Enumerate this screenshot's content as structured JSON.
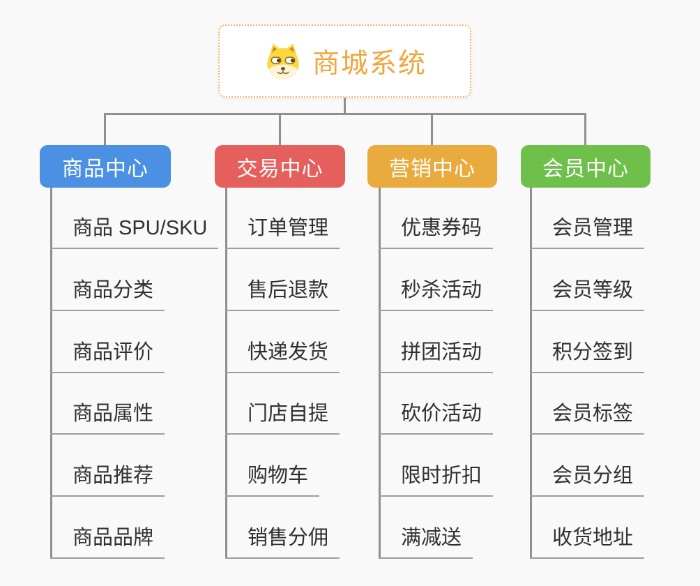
{
  "canvas": {
    "background_color": "#f9f9f9",
    "connector_color": "#8f8f8f",
    "underline_color": "#9e9e9e"
  },
  "root": {
    "title": "商城系统",
    "icon": "dog-face-icon",
    "title_color": "#f1a63c",
    "border_color": "#f3b863"
  },
  "branches": [
    {
      "label": "商品中心",
      "color": "#4b90e2",
      "children": [
        "商品 SPU/SKU",
        "商品分类",
        "商品评价",
        "商品属性",
        "商品推荐",
        "商品品牌"
      ]
    },
    {
      "label": "交易中心",
      "color": "#e5605c",
      "children": [
        "订单管理",
        "售后退款",
        "快递发货",
        "门店自提",
        "购物车",
        "销售分佣"
      ]
    },
    {
      "label": "营销中心",
      "color": "#eaab3e",
      "children": [
        "优惠券码",
        "秒杀活动",
        "拼团活动",
        "砍价活动",
        "限时折扣",
        "满减送"
      ]
    },
    {
      "label": "会员中心",
      "color": "#6ec04b",
      "children": [
        "会员管理",
        "会员等级",
        "积分签到",
        "会员标签",
        "会员分组",
        "收货地址"
      ]
    }
  ]
}
